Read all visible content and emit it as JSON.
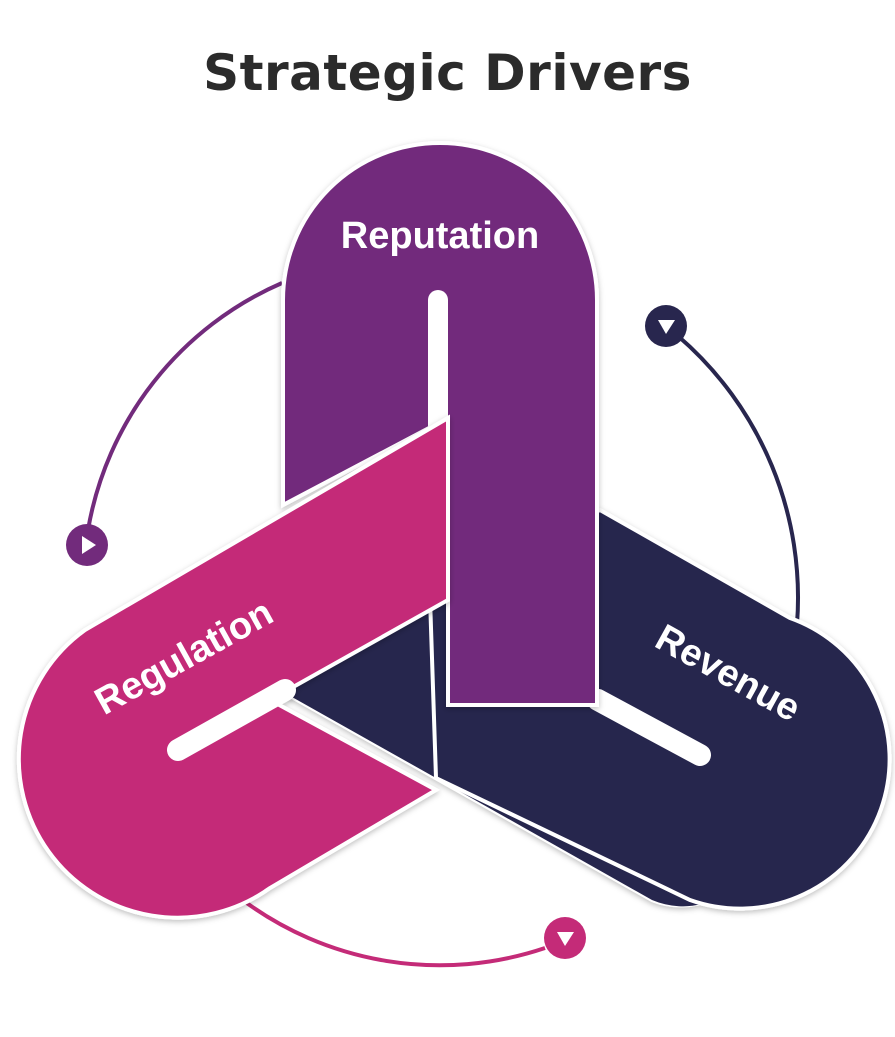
{
  "title": "Strategic Drivers",
  "drivers": [
    {
      "label": "Reputation",
      "color": "#722b7c"
    },
    {
      "label": "Regulation",
      "color": "#c42b78"
    },
    {
      "label": "Revenue",
      "color": "#28264e"
    }
  ],
  "cycle_arrows": [
    {
      "from": "Reputation",
      "to": "Regulation",
      "color": "#722b7c",
      "icon": "play-triangle-icon"
    },
    {
      "from": "Regulation",
      "to": "Revenue",
      "color": "#c42b78",
      "icon": "play-triangle-icon"
    },
    {
      "from": "Revenue",
      "to": "Reputation",
      "color": "#28264e",
      "icon": "play-triangle-icon"
    }
  ]
}
